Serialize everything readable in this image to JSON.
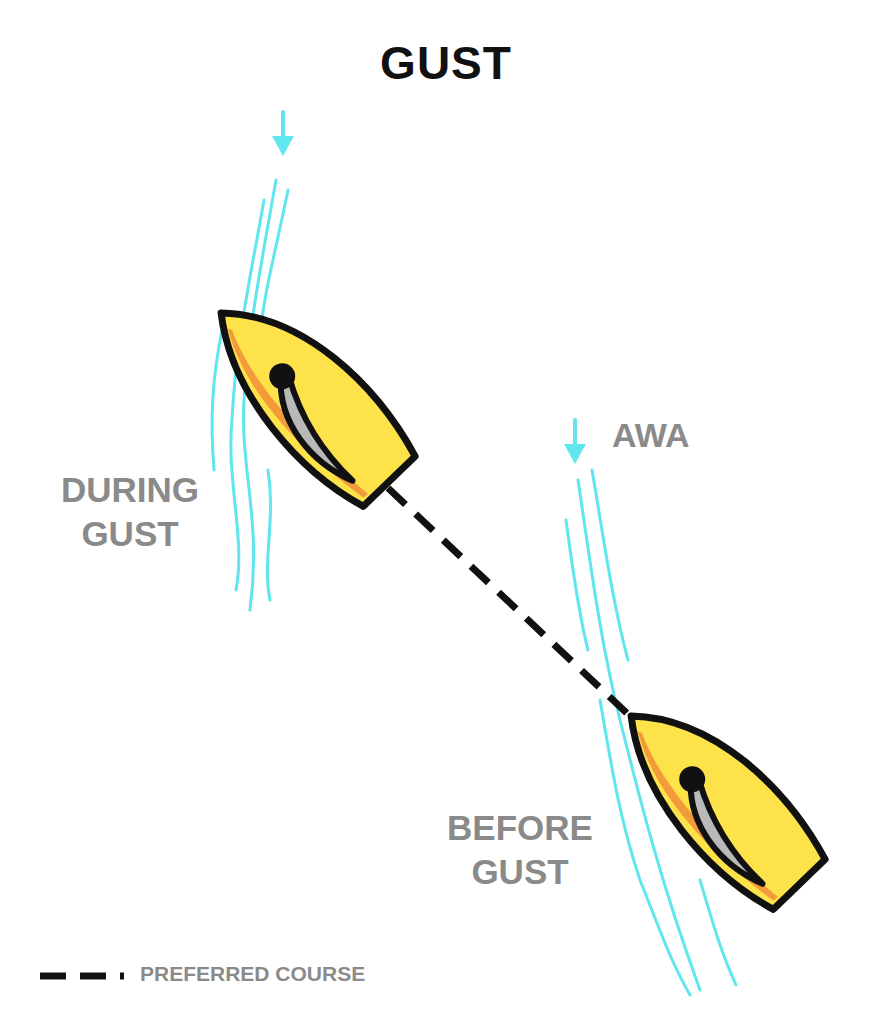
{
  "diagram": {
    "title": "GUST",
    "labels": [
      "AWA",
      "DURING GUST",
      "BEFORE GUST"
    ],
    "legend": [
      {
        "text": "PREFERRED COURSE"
      }
    ]
  }
}
